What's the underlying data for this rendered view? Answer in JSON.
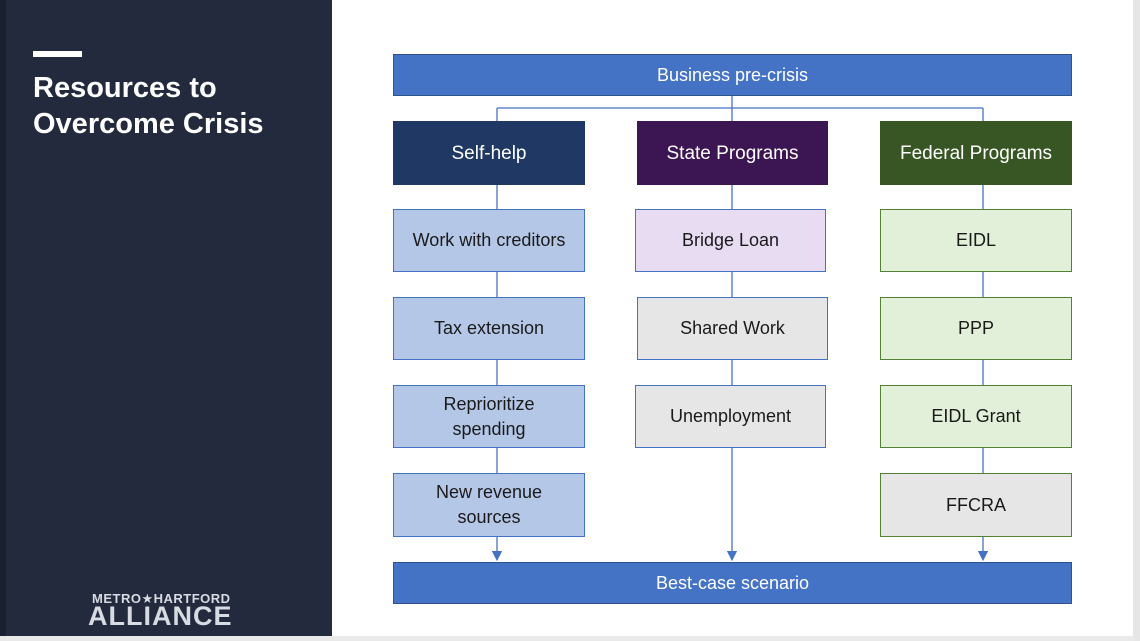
{
  "sidebar": {
    "title_line1": "Resources to",
    "title_line2": "Overcome Crisis",
    "logo_small": "METRO★HARTFORD",
    "logo_big": "ALLIANCE"
  },
  "diagram": {
    "top": "Business pre-crisis",
    "bottom": "Best-case scenario",
    "columns": [
      {
        "header": "Self-help",
        "items": [
          "Work with creditors",
          "Tax extension",
          "Reprioritize spending",
          "New revenue sources"
        ]
      },
      {
        "header": "State Programs",
        "items": [
          "Bridge Loan",
          "Shared Work",
          "Unemployment"
        ]
      },
      {
        "header": "Federal Programs",
        "items": [
          "EIDL",
          "PPP",
          "EIDL Grant",
          "FFCRA"
        ]
      }
    ]
  },
  "colors": {
    "banner": "#4472c4",
    "self_help_header": "#203864",
    "state_header": "#3c1553",
    "federal_header": "#375623",
    "sidebar_bg": "#232a3e"
  }
}
